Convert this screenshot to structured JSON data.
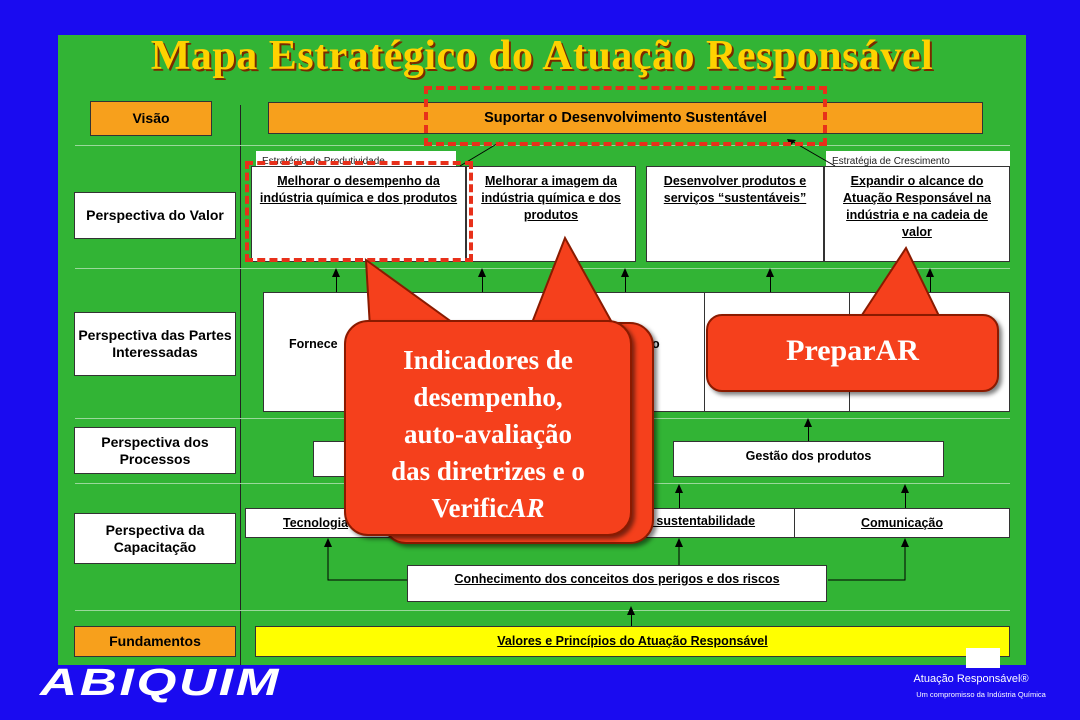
{
  "title": "Mapa Estratégico do Atuação Responsável",
  "rows": {
    "visao": "Visão",
    "valor": "Perspectiva do Valor",
    "partes": "Perspectiva das Partes Interessadas",
    "processos": "Perspectiva dos Processos",
    "capacitacao": "Perspectiva da Capacitação",
    "fundamentos": "Fundamentos"
  },
  "vision_text": "Suportar o Desenvolvimento Sustentável",
  "strategy_productivity": "Estratégia de Produtividade",
  "strategy_growth": "Estratégia de Crescimento",
  "value_boxes": [
    "Melhorar o desempenho da indústria química e dos produtos",
    "Melhorar a imagem da indústria química e dos produtos",
    "Desenvolver produtos e serviços “sustentáveis”",
    "Expandir o alcance do Atuação Responsável na indústria e na cadeia de valor"
  ],
  "stakeholders_left": "Fornece",
  "stakeholders_mid": "o",
  "process_right": "Gestão dos produtos",
  "capacity": {
    "left": "Tecnologia",
    "mid": "e sustentabilidade",
    "right": "Comunicação"
  },
  "knowledge": "Conhecimento dos conceitos dos perigos e dos riscos",
  "foundation": "Valores e Princípios do Atuação Responsável",
  "callout_main": {
    "line1": "Indicadores de",
    "line2": "desempenho,",
    "line3": "auto-avaliação",
    "line4": "das diretrizes e o",
    "line5": "Verific",
    "line5_italic": "AR"
  },
  "callout_right": "PreparAR",
  "logo": "ABIQUIM",
  "footer_brand": "Atuação Responsável®",
  "footer_tagline": "Um compromisso da Indústria Química",
  "colors": {
    "background": "#1a0bf0",
    "panel": "#32b435",
    "callout": "#f5401c",
    "title": "#ffd200"
  }
}
